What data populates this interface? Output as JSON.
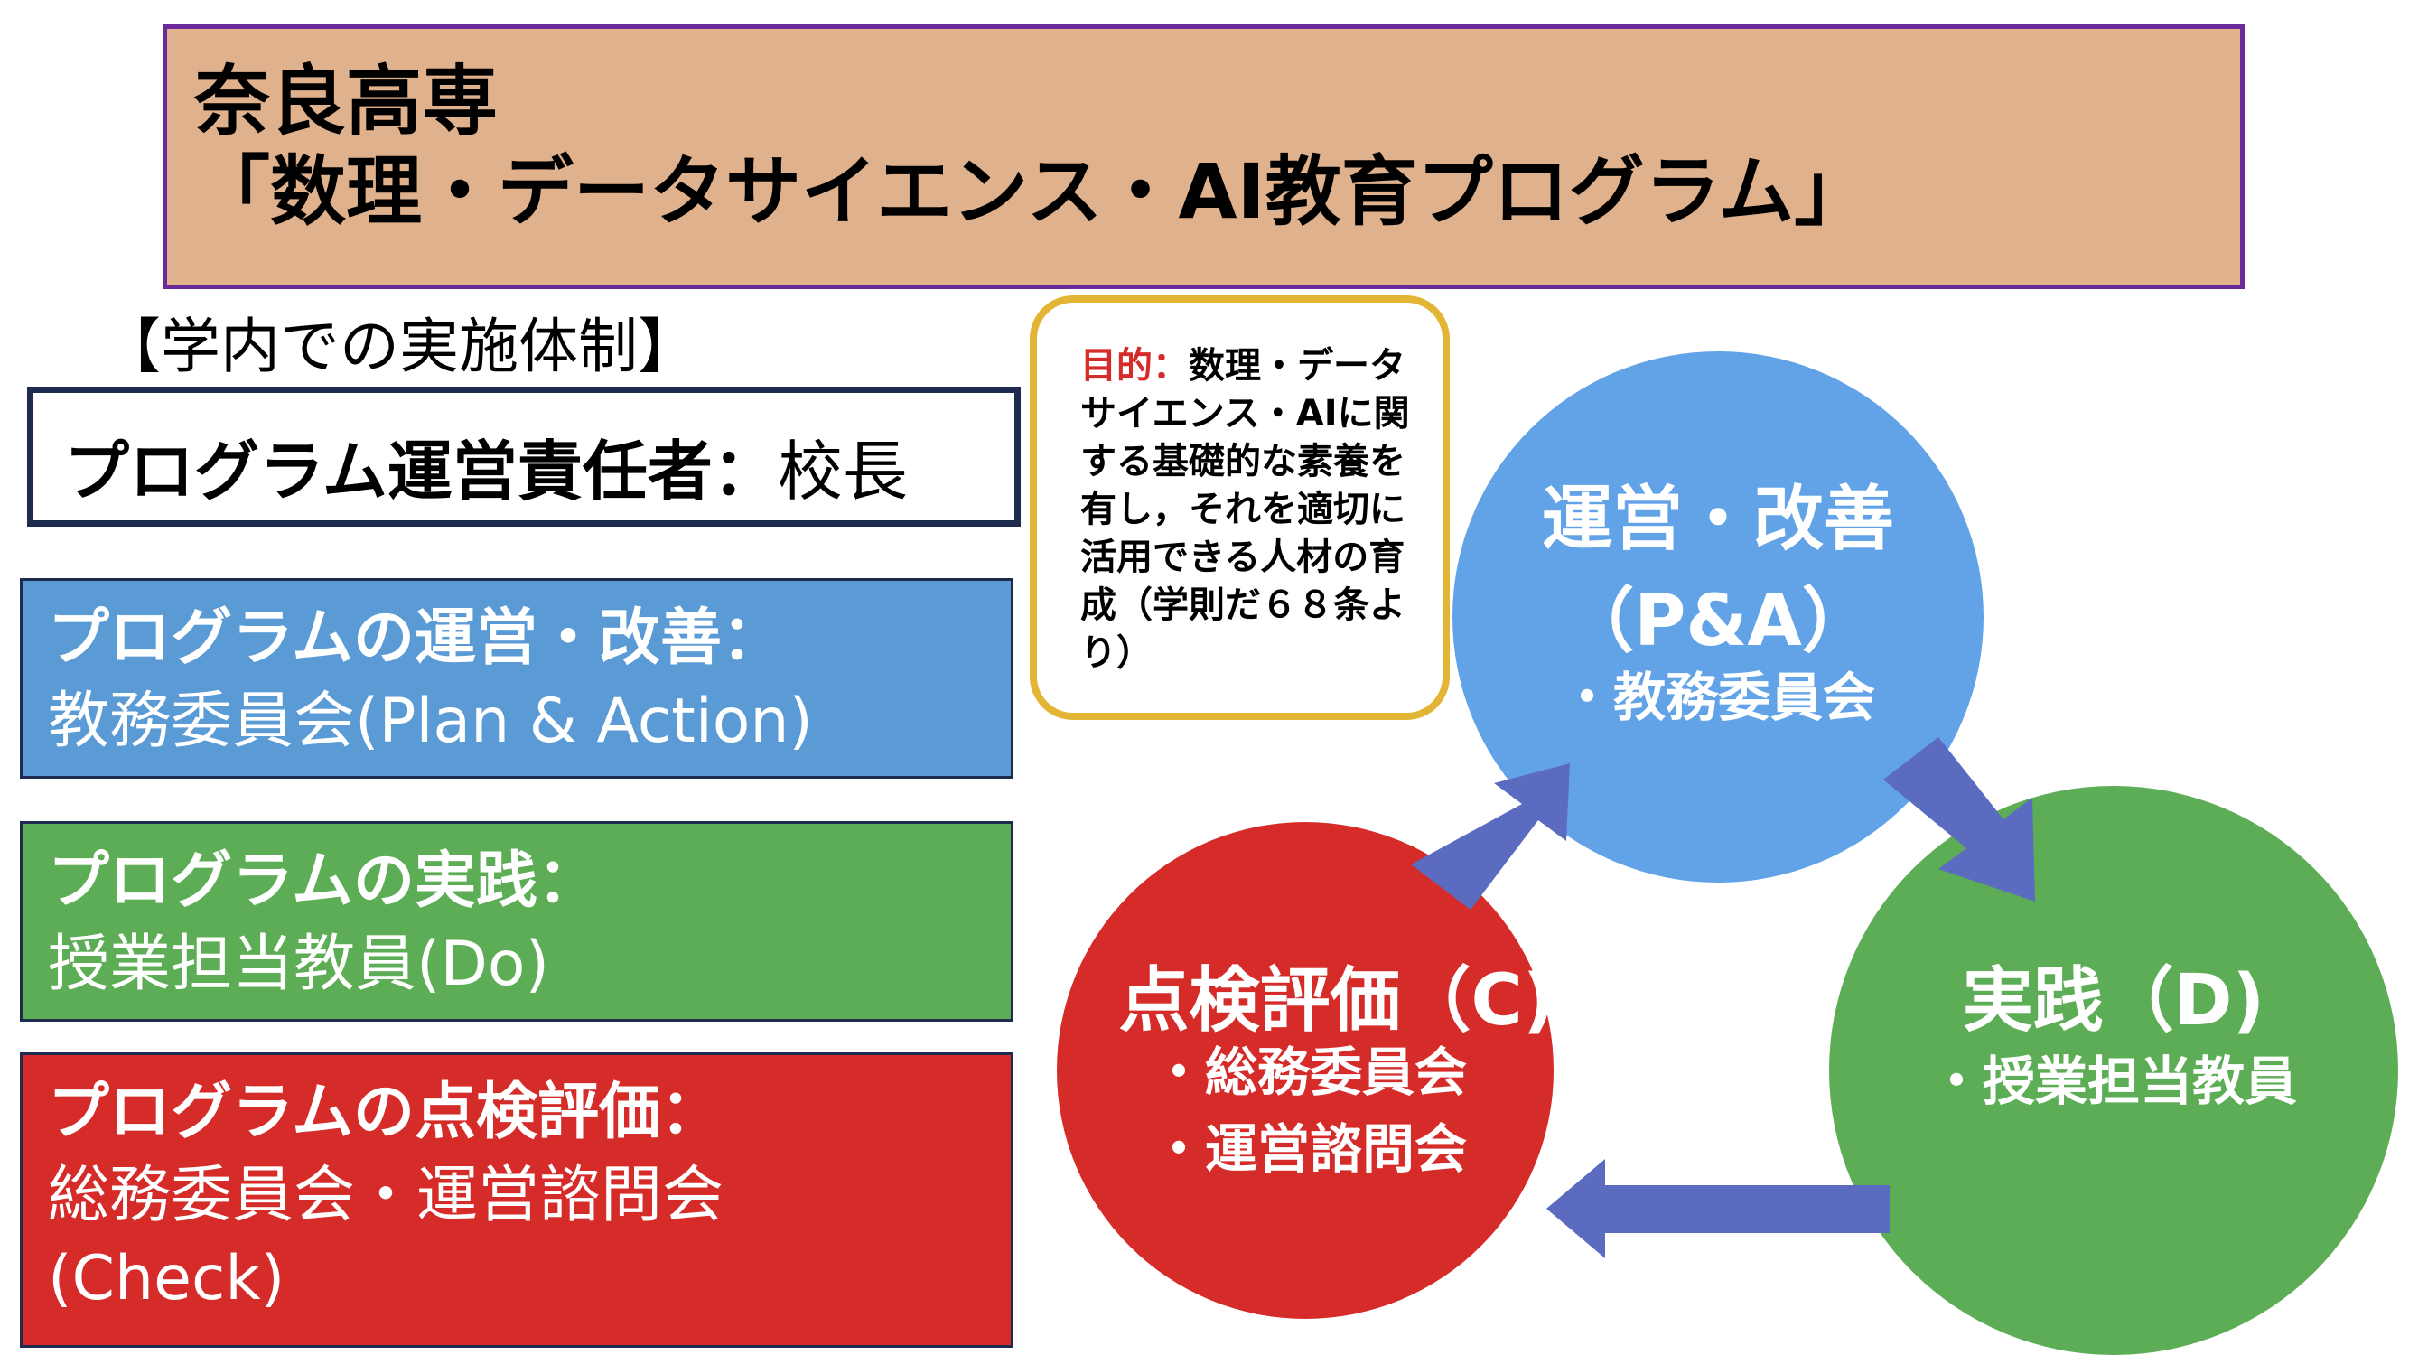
{
  "title": {
    "line1": "奈良高専",
    "line2": "「数理・データサイエンス・AI教育プログラム」"
  },
  "subtitle": "【学内での実施体制】",
  "responsible": {
    "label": "プログラム運営責任者：",
    "value": "校長"
  },
  "panels": {
    "plan": {
      "heading": "プログラムの運営・改善：",
      "body": "教務委員会(Plan & Action)"
    },
    "do": {
      "heading": "プログラムの実践：",
      "body": "授業担当教員(Do)"
    },
    "check": {
      "heading": "プログラムの点検評価：",
      "body": "総務委員会・運営諮問会",
      "body2": "(Check)"
    }
  },
  "purpose": {
    "label": "目的：",
    "text": "数理・データサイエンス・AIに関する基礎的な素養を有し，それを適切に活用できる人材の育成（学則だ６８条より）"
  },
  "cycle": {
    "pa": {
      "title": "運営・改善",
      "code": "（P&A）",
      "members": [
        "・教務委員会"
      ]
    },
    "d": {
      "title": "実践（D)",
      "members": [
        "・授業担当教員"
      ]
    },
    "c": {
      "title": "点検評価（C)",
      "members": [
        "・総務委員会",
        "・運営諮問会"
      ]
    }
  },
  "colors": {
    "title_bg": "#e0b18d",
    "title_border": "#6a2a9a",
    "blue": "#5b9bd5",
    "cycle_blue": "#62a3e8",
    "green": "#5cad55",
    "red": "#d52b29",
    "arrow": "#5b6bc0",
    "purpose_border": "#e3b534"
  }
}
